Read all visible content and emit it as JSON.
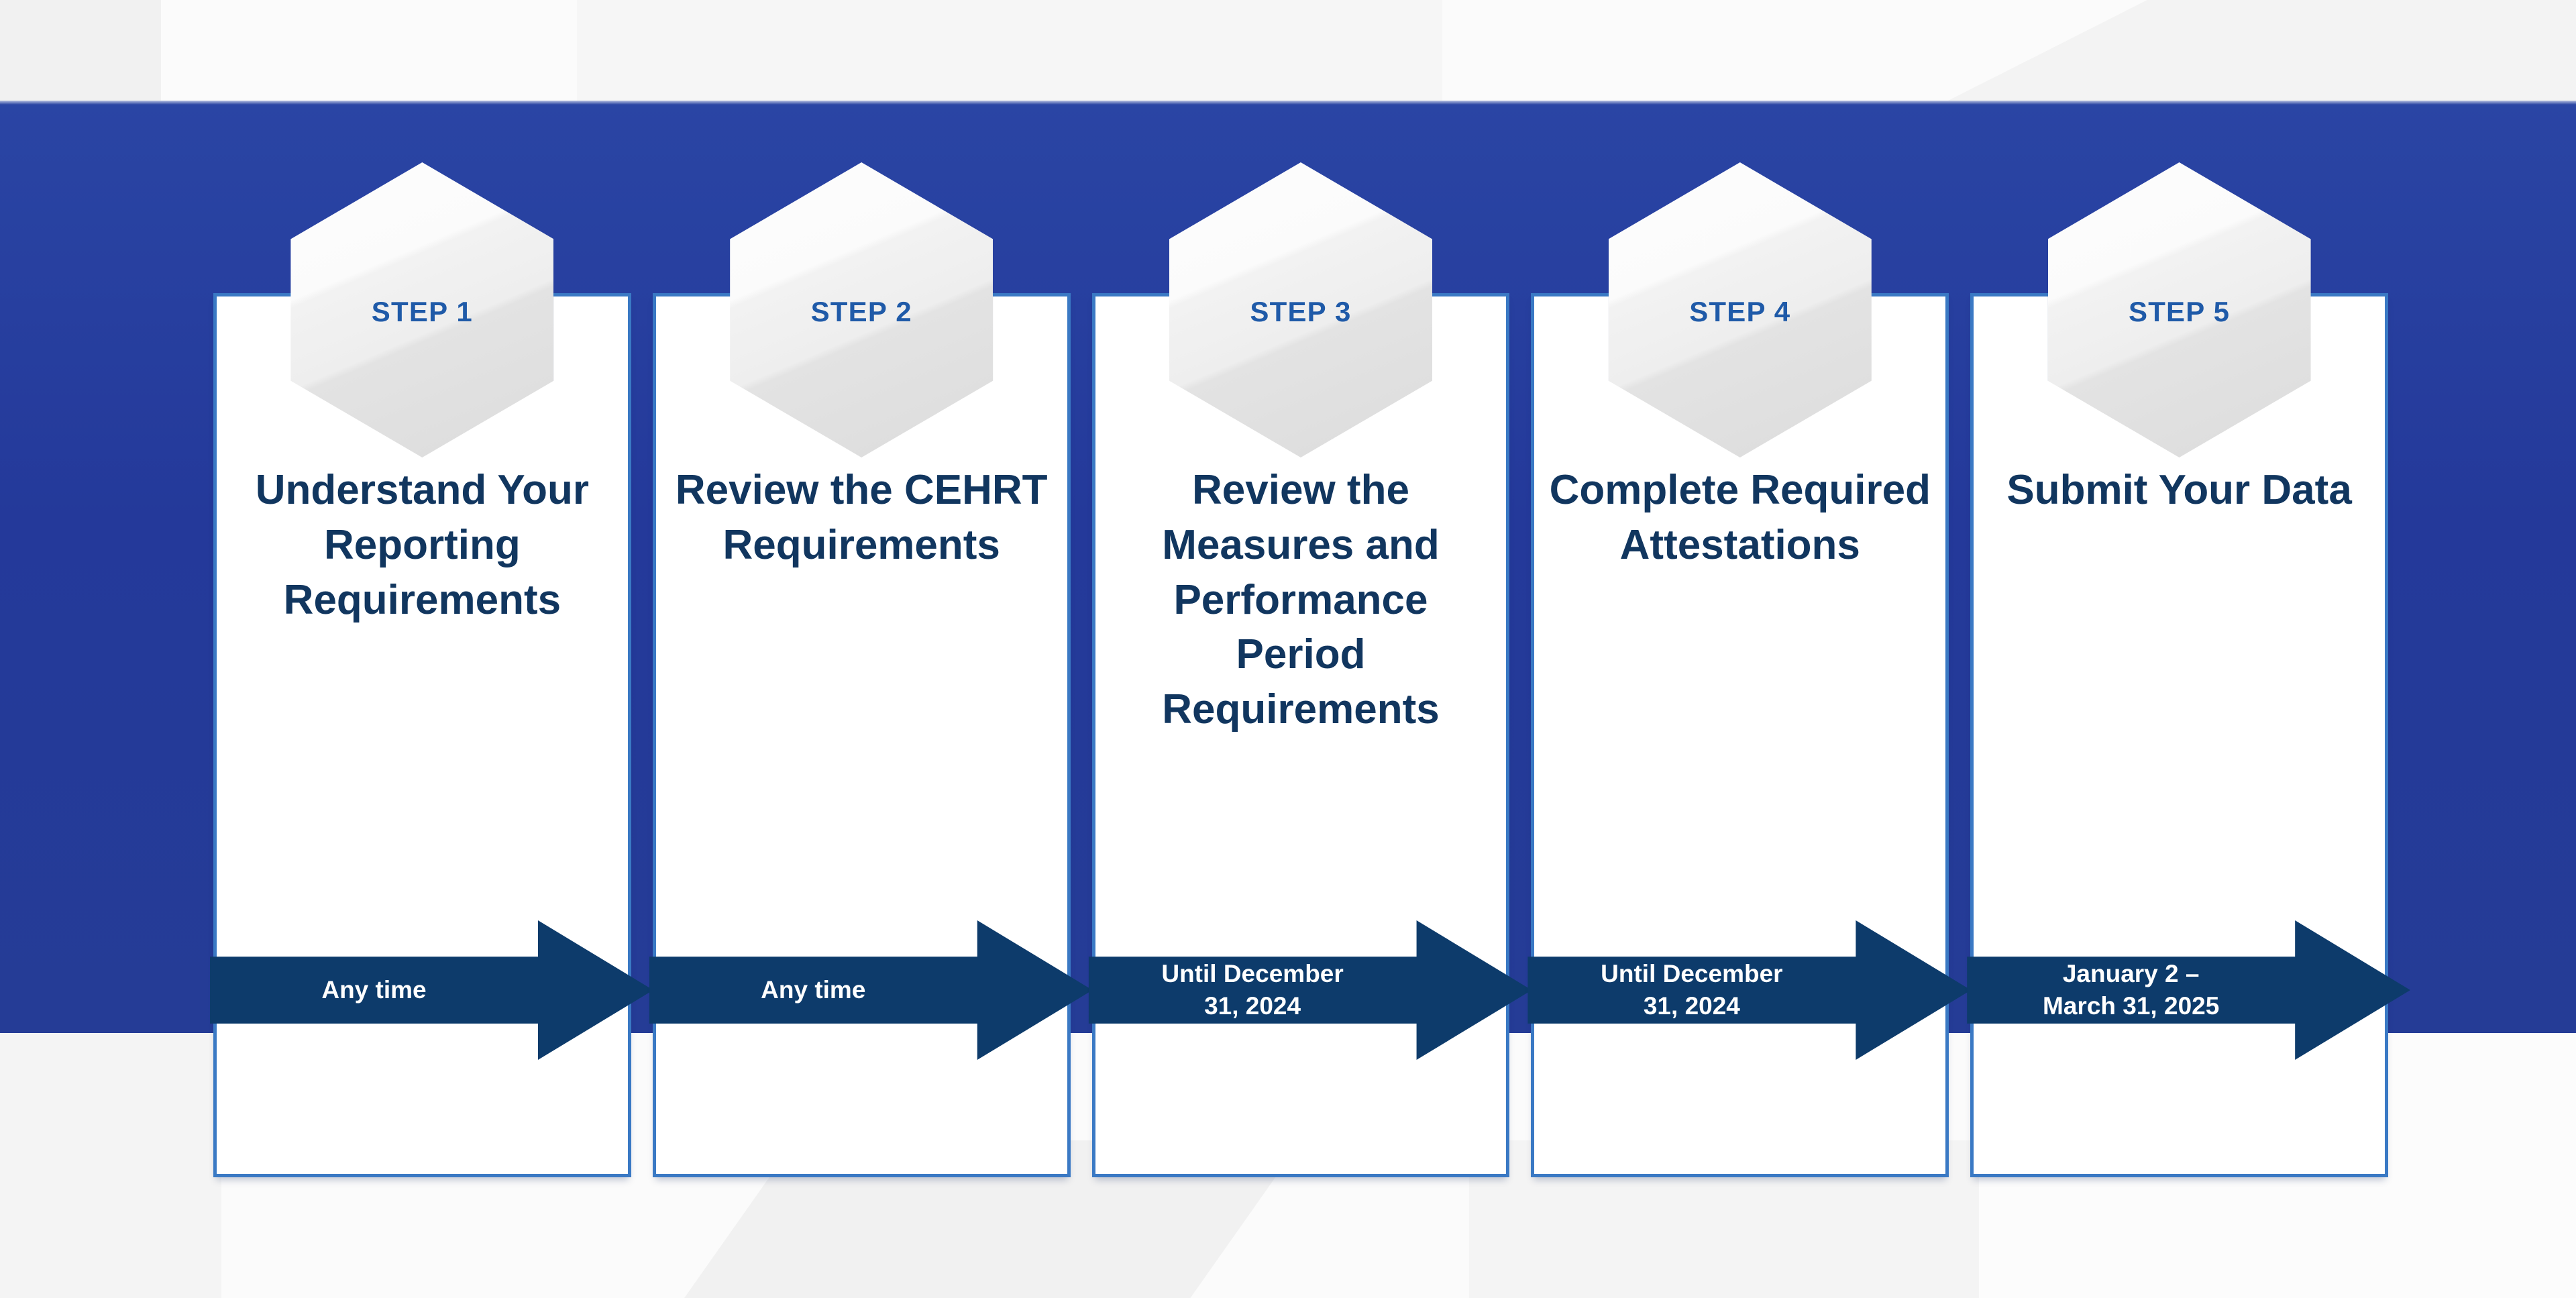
{
  "theme": {
    "band_blue": "#27409a",
    "card_border_blue": "#3a79c4",
    "title_navy": "#11365f",
    "step_label_blue": "#1f5aa8",
    "arrow_navy": "#0d3b6b",
    "arrow_text": "#ffffff",
    "page_background": "#fbfbfb",
    "hex_fill_light": "#fdfdfd",
    "hex_fill_dark": "#dcdcdc"
  },
  "steps": [
    {
      "badge": "STEP 1",
      "title": "Understand Your Reporting Requirements",
      "timing_line1": "Any time",
      "timing_line2": ""
    },
    {
      "badge": "STEP 2",
      "title": "Review the CEHRT Requirements",
      "timing_line1": "Any time",
      "timing_line2": ""
    },
    {
      "badge": "STEP 3",
      "title": "Review the Measures and Performance Period Requirements",
      "timing_line1": "Until December",
      "timing_line2": "31, 2024"
    },
    {
      "badge": "STEP 4",
      "title": "Complete Required Attestations",
      "timing_line1": "Until December",
      "timing_line2": "31, 2024"
    },
    {
      "badge": "STEP 5",
      "title": "Submit Your Data",
      "timing_line1": "January 2 –",
      "timing_line2": "March 31, 2025"
    }
  ]
}
